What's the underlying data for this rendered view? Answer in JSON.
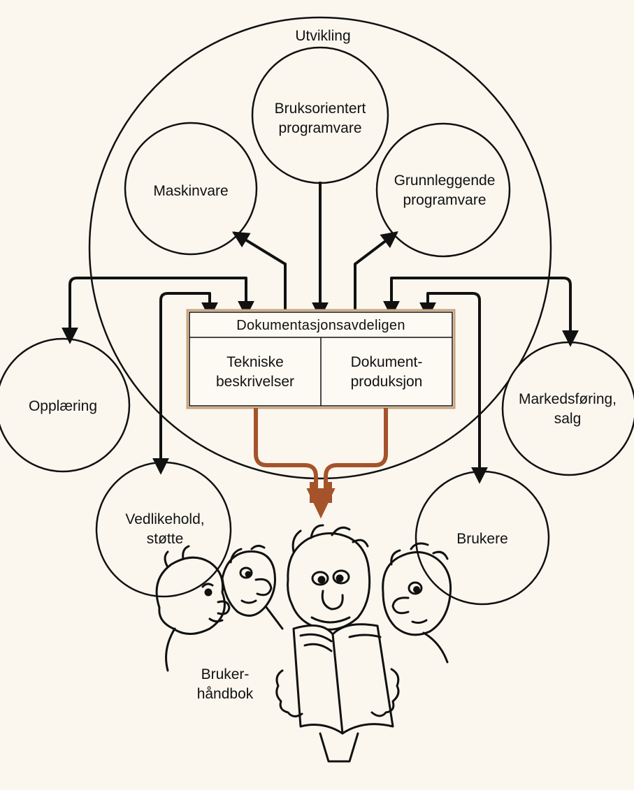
{
  "diagram": {
    "outer_label": "Utvikling",
    "nodes": {
      "bruksorientert": [
        "Bruksorientert",
        "programvare"
      ],
      "maskinvare": [
        "Maskinvare"
      ],
      "grunnleggende": [
        "Grunnleggende",
        "programvare"
      ],
      "opplaering": [
        "Opplæring"
      ],
      "vedlikehold": [
        "Vedlikehold,",
        "støtte"
      ],
      "markedsforing": [
        "Markedsføring,",
        "salg"
      ],
      "brukere": [
        "Brukere"
      ]
    },
    "department": {
      "title": "Dokumentasjonsavdeligen",
      "left_cell": [
        "Tekniske",
        "beskrivelser"
      ],
      "right_cell": [
        "Dokument-",
        "produksjon"
      ]
    },
    "output_label": [
      "Bruker-",
      "håndbok"
    ]
  },
  "colors": {
    "ink": "#111111",
    "paper": "#fbf7ef",
    "accent_brown": "#a5532a",
    "box_border": "#c9a27a"
  }
}
